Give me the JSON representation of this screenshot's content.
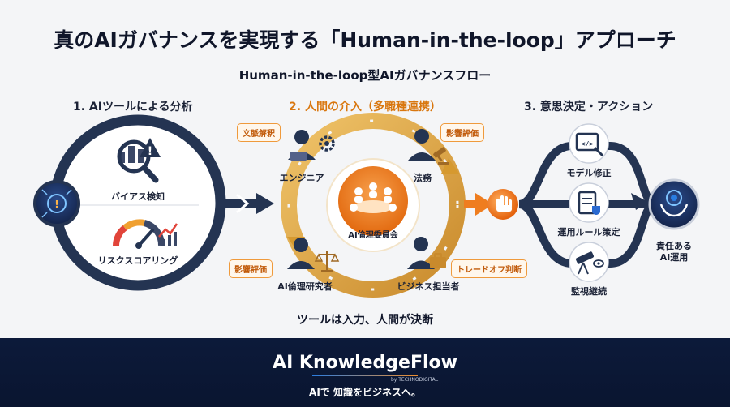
{
  "title": "真のAIガバナンスを実現する「Human-in-the-loop」アプローチ",
  "subtitle": "Human-in-the-loop型AIガバナンスフロー",
  "sections": {
    "tools": {
      "heading": "1. AIツールによる分析",
      "items": [
        "バイアス検知",
        "リスクスコアリング"
      ]
    },
    "human": {
      "heading": "2. 人間の介入（多職種連携）",
      "center": "AI倫理委員会",
      "roles": [
        "エンジニア",
        "法務",
        "AI倫理研究者",
        "ビジネス担当者"
      ],
      "tags": [
        "文脈解釈",
        "影響評価",
        "影響評価",
        "トレードオフ判断"
      ]
    },
    "decision": {
      "heading": "3. 意思決定・アクション",
      "actions": [
        "モデル修正",
        "運用ルール策定",
        "監視継続"
      ],
      "result": [
        "責任ある",
        "AI運用"
      ]
    }
  },
  "caption": "ツールは入力、人間が決断",
  "footer": {
    "brand": "AI KnowledgeFlow",
    "by": "by TECHNODIGITAL",
    "tagline": "AIで 知識をビジネスへ。"
  },
  "colors": {
    "navy": "#243452",
    "orange": "#ef7d1f",
    "gold": "#d9a441",
    "footer_bg": "#0c1a3a"
  }
}
